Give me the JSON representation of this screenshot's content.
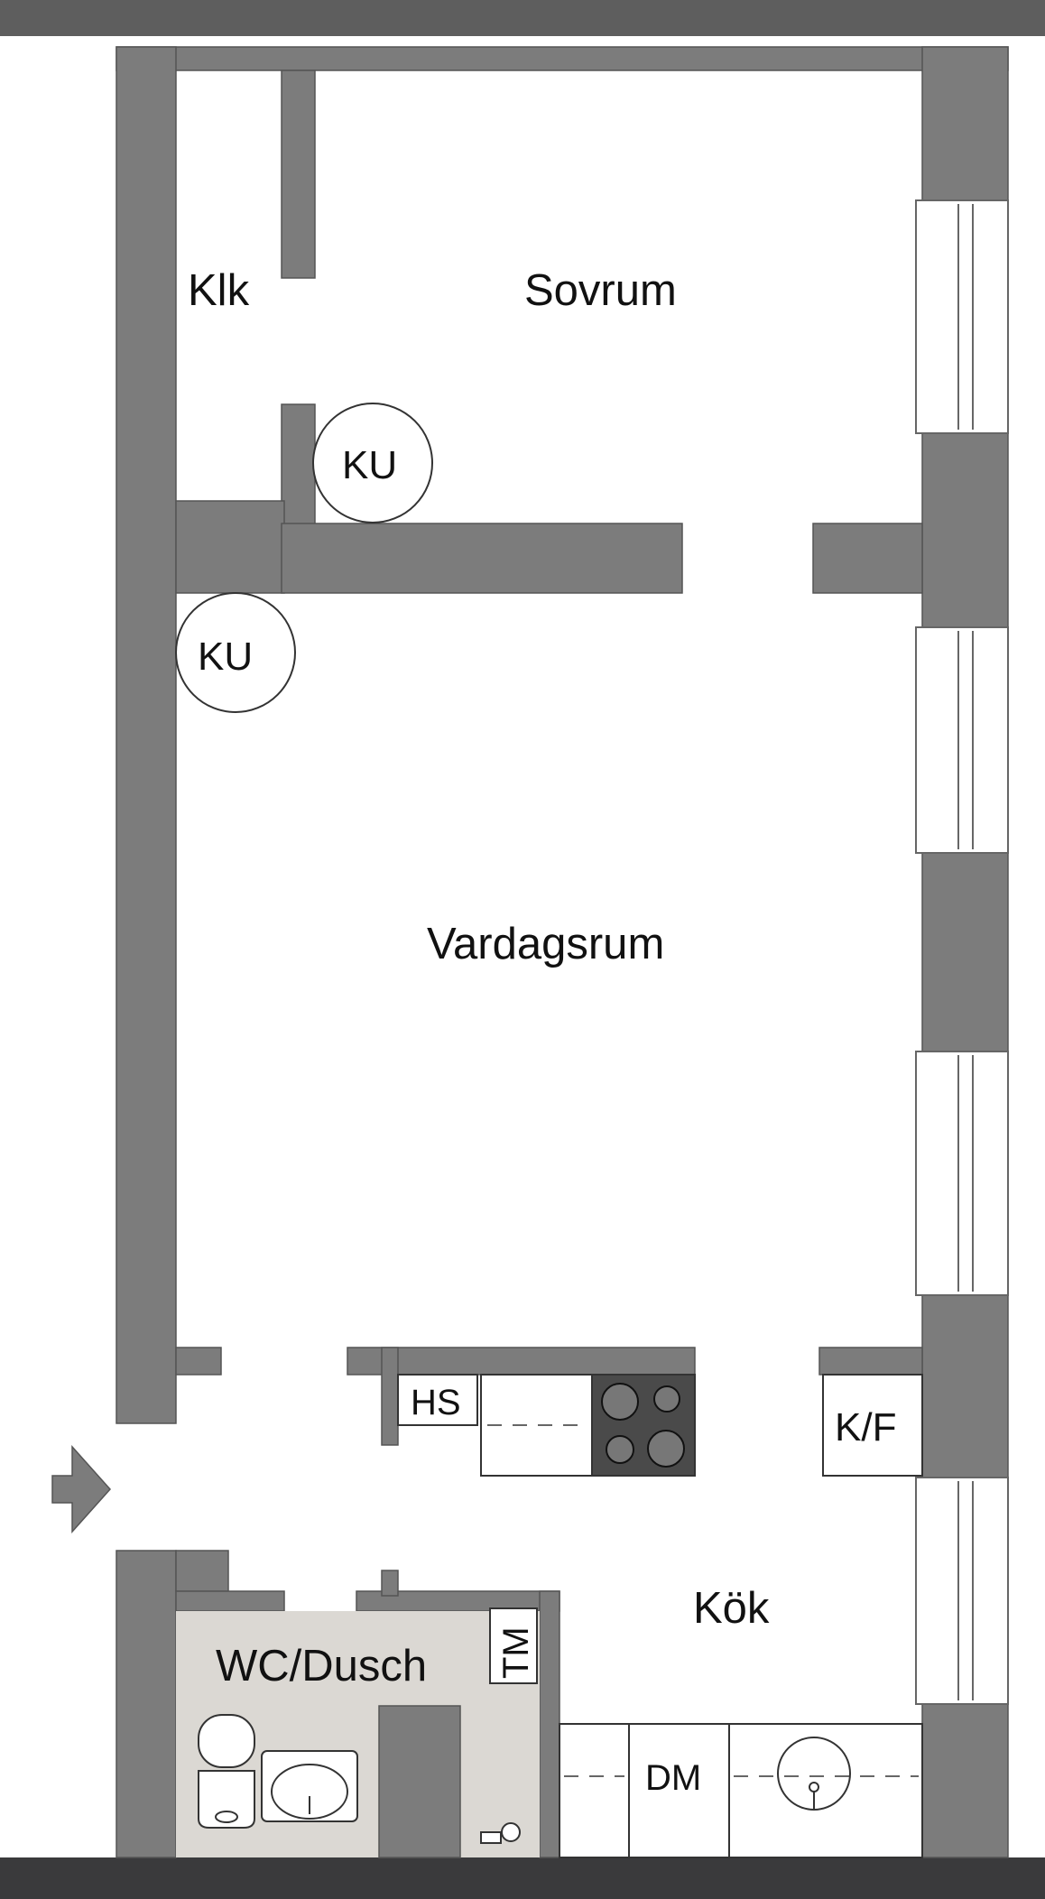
{
  "colors": {
    "top_bar": "#5e5e5e",
    "bottom_bar": "#3a3a3c",
    "wall": "#7c7c7c",
    "wall_outline": "#555555",
    "floor": "#ffffff",
    "bathroom_floor": "#dbd8d3",
    "window_fill": "#ffffff",
    "hob": "#4a4a4a",
    "entrance_arrow": "#7c7c7c"
  },
  "rooms": {
    "klk": "Klk",
    "sovrum": "Sovrum",
    "vardagsrum": "Vardagsrum",
    "kok": "Kök",
    "wc_dusch": "WC/Dusch"
  },
  "fixtures": {
    "ku_bedroom": "KU",
    "ku_living": "KU",
    "hs": "HS",
    "kf": "K/F",
    "tm": "TM",
    "dm": "DM"
  },
  "icons": {
    "entrance": "entrance-arrow-icon",
    "hob": "hob-icon",
    "sink": "kitchen-sink-icon",
    "toilet": "toilet-icon",
    "washbasin": "washbasin-icon",
    "shower_tap": "shower-tap-icon"
  }
}
